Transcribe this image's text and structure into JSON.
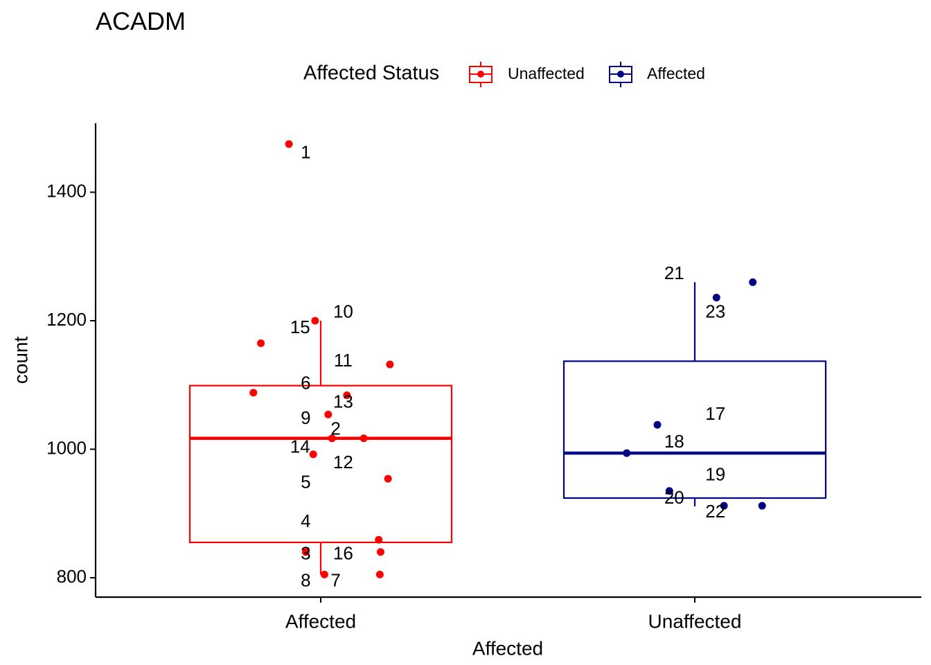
{
  "chart_data": {
    "type": "box",
    "title": "ACADM",
    "xlabel": "Affected",
    "ylabel": "count",
    "ylim": [
      771,
      1510
    ],
    "yticks": [
      800,
      1000,
      1200,
      1400
    ],
    "categories": [
      "Affected",
      "Unaffected"
    ],
    "legend": {
      "title": "Affected Status",
      "position": "top",
      "entries": [
        {
          "label": "Unaffected",
          "color": "#ff0000"
        },
        {
          "label": "Affected",
          "color": "#000080"
        }
      ]
    },
    "boxes": [
      {
        "category": "Affected",
        "color": "#ff0000",
        "whisker_low": 805,
        "q1": 855,
        "median": 1017,
        "q3": 1099,
        "whisker_high": 1200
      },
      {
        "category": "Unaffected",
        "color": "#000080",
        "whisker_low": 911,
        "q1": 924,
        "median": 994,
        "q3": 1137,
        "whisker_high": 1260
      }
    ],
    "points": [
      {
        "category": "Affected",
        "color": "#ff0000",
        "y": 1475,
        "jitter": -0.085
      },
      {
        "category": "Affected",
        "color": "#ff0000",
        "y": 1200,
        "jitter": -0.015
      },
      {
        "category": "Affected",
        "color": "#ff0000",
        "y": 1165,
        "jitter": -0.16
      },
      {
        "category": "Affected",
        "color": "#ff0000",
        "y": 1132,
        "jitter": 0.185
      },
      {
        "category": "Affected",
        "color": "#ff0000",
        "y": 1088,
        "jitter": -0.18
      },
      {
        "category": "Affected",
        "color": "#ff0000",
        "y": 1084,
        "jitter": 0.07
      },
      {
        "category": "Affected",
        "color": "#ff0000",
        "y": 1054,
        "jitter": 0.02
      },
      {
        "category": "Affected",
        "color": "#ff0000",
        "y": 1017,
        "jitter": 0.03
      },
      {
        "category": "Affected",
        "color": "#ff0000",
        "y": 1017,
        "jitter": 0.115
      },
      {
        "category": "Affected",
        "color": "#ff0000",
        "y": 992,
        "jitter": -0.02
      },
      {
        "category": "Affected",
        "color": "#ff0000",
        "y": 954,
        "jitter": 0.18
      },
      {
        "category": "Affected",
        "color": "#ff0000",
        "y": 859,
        "jitter": 0.155
      },
      {
        "category": "Affected",
        "color": "#ff0000",
        "y": 840,
        "jitter": -0.04
      },
      {
        "category": "Affected",
        "color": "#ff0000",
        "y": 840,
        "jitter": 0.16
      },
      {
        "category": "Affected",
        "color": "#ff0000",
        "y": 805,
        "jitter": 0.01
      },
      {
        "category": "Affected",
        "color": "#ff0000",
        "y": 805,
        "jitter": 0.158
      },
      {
        "category": "Unaffected",
        "color": "#000080",
        "y": 1260,
        "jitter": 0.155
      },
      {
        "category": "Unaffected",
        "color": "#000080",
        "y": 1236,
        "jitter": 0.058
      },
      {
        "category": "Unaffected",
        "color": "#000080",
        "y": 1038,
        "jitter": -0.1
      },
      {
        "category": "Unaffected",
        "color": "#000080",
        "y": 994,
        "jitter": -0.182
      },
      {
        "category": "Unaffected",
        "color": "#000080",
        "y": 935,
        "jitter": -0.068
      },
      {
        "category": "Unaffected",
        "color": "#000080",
        "y": 912,
        "jitter": 0.078
      },
      {
        "category": "Unaffected",
        "color": "#000080",
        "y": 912,
        "jitter": 0.18
      }
    ],
    "annotations": [
      {
        "text": "1",
        "x": "Affected",
        "y": 1460,
        "offset": -0.04
      },
      {
        "text": "10",
        "x": "Affected",
        "y": 1212,
        "offset": 0.06
      },
      {
        "text": "15",
        "x": "Affected",
        "y": 1188,
        "offset": -0.055
      },
      {
        "text": "11",
        "x": "Affected",
        "y": 1136,
        "offset": 0.06
      },
      {
        "text": "6",
        "x": "Affected",
        "y": 1101,
        "offset": -0.04
      },
      {
        "text": "13",
        "x": "Affected",
        "y": 1072,
        "offset": 0.06
      },
      {
        "text": "9",
        "x": "Affected",
        "y": 1047,
        "offset": -0.04
      },
      {
        "text": "2",
        "x": "Affected",
        "y": 1030,
        "offset": 0.04
      },
      {
        "text": "14",
        "x": "Affected",
        "y": 1002,
        "offset": -0.055
      },
      {
        "text": "12",
        "x": "Affected",
        "y": 978,
        "offset": 0.06
      },
      {
        "text": "5",
        "x": "Affected",
        "y": 947,
        "offset": -0.04
      },
      {
        "text": "4",
        "x": "Affected",
        "y": 886,
        "offset": -0.04
      },
      {
        "text": "3",
        "x": "Affected",
        "y": 836,
        "offset": -0.04
      },
      {
        "text": "16",
        "x": "Affected",
        "y": 836,
        "offset": 0.06
      },
      {
        "text": "8",
        "x": "Affected",
        "y": 794,
        "offset": -0.04
      },
      {
        "text": "7",
        "x": "Affected",
        "y": 794,
        "offset": 0.04
      },
      {
        "text": "21",
        "x": "Unaffected",
        "y": 1272,
        "offset": -0.055
      },
      {
        "text": "23",
        "x": "Unaffected",
        "y": 1212,
        "offset": 0.055
      },
      {
        "text": "17",
        "x": "Unaffected",
        "y": 1053,
        "offset": 0.055
      },
      {
        "text": "18",
        "x": "Unaffected",
        "y": 1010,
        "offset": -0.055
      },
      {
        "text": "19",
        "x": "Unaffected",
        "y": 959,
        "offset": 0.055
      },
      {
        "text": "20",
        "x": "Unaffected",
        "y": 923,
        "offset": -0.055
      },
      {
        "text": "22",
        "x": "Unaffected",
        "y": 901,
        "offset": 0.055
      }
    ]
  }
}
